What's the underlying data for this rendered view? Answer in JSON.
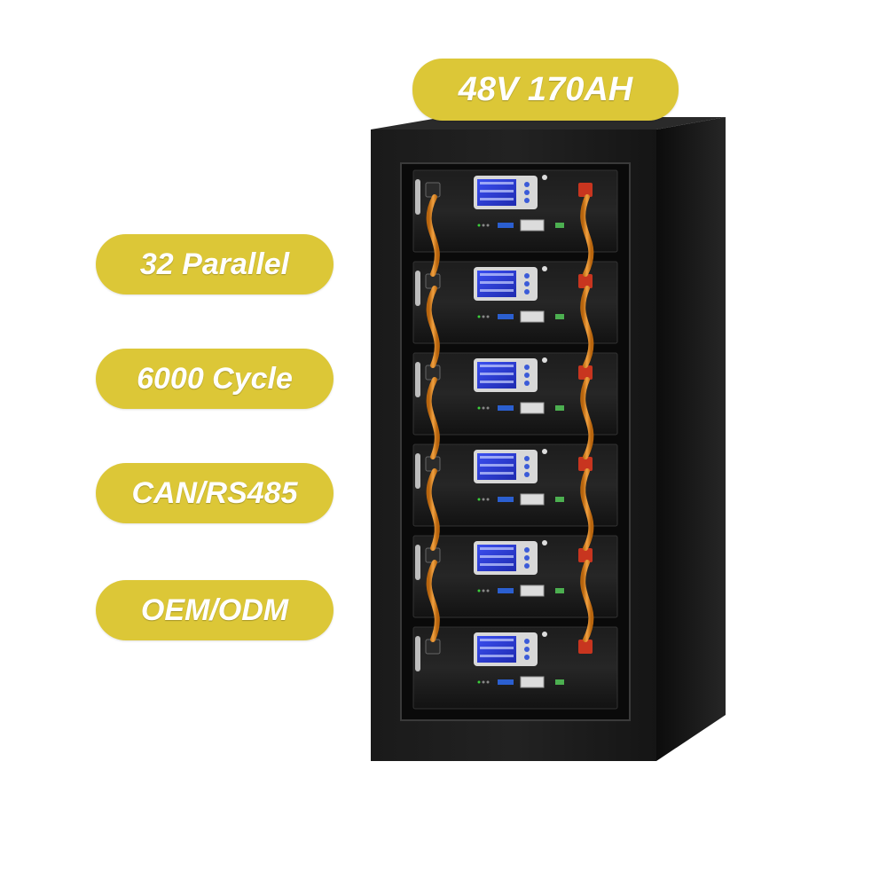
{
  "labels": {
    "capacity": "48V 170AH",
    "parallel": "32 Parallel",
    "cycle": "6000 Cycle",
    "comm": "CAN/RS485",
    "oem": "OEM/ODM"
  },
  "product": {
    "module_count": 6
  },
  "colors": {
    "badge": "#dcc737",
    "badge_text": "#ffffff",
    "cabinet": "#161616",
    "cable": "#e08a1e",
    "terminal": "#c8351f",
    "lcd": "#2f3fd8"
  },
  "icons": {
    "ethernet_port": "ethernet-port-icon",
    "power_button": "power-button-icon"
  }
}
